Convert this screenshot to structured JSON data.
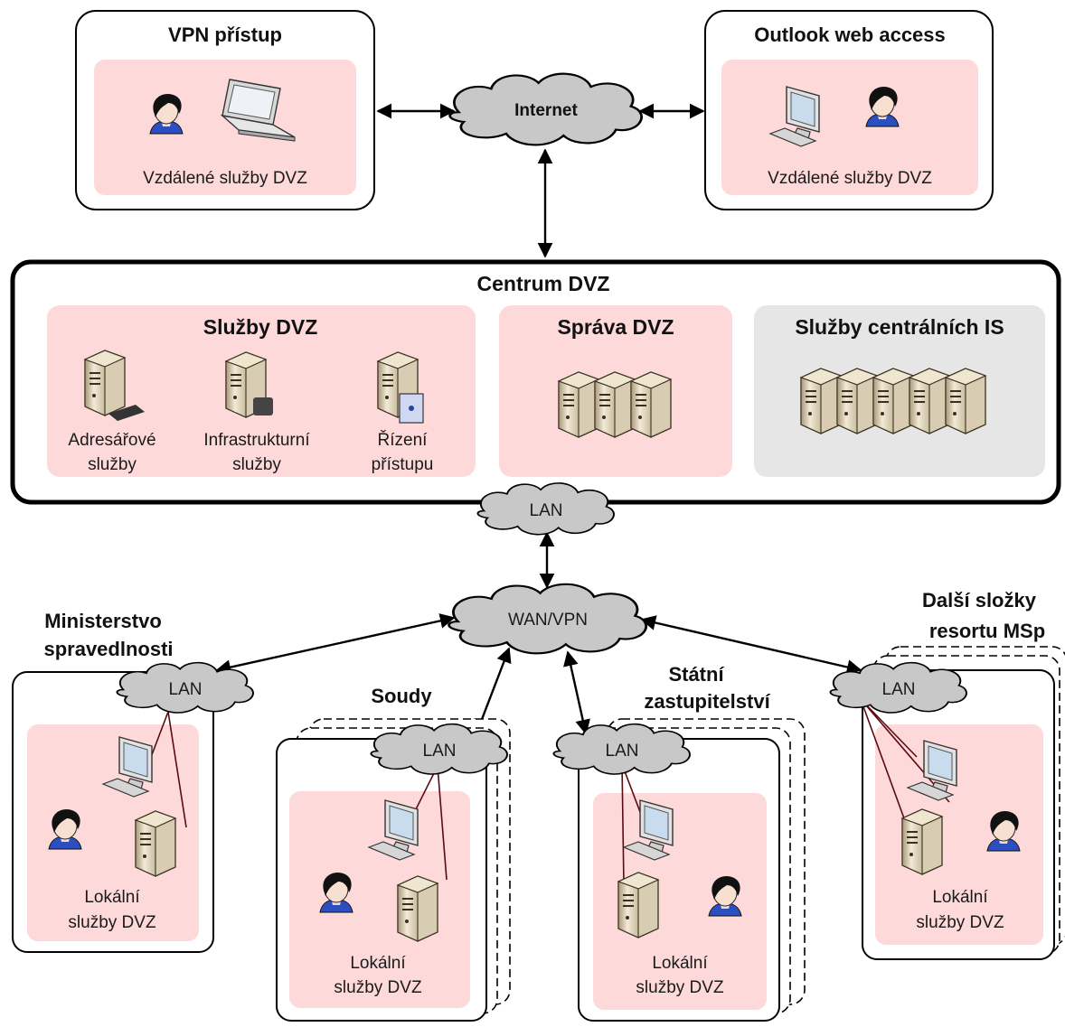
{
  "accent_colors": {
    "panel_pink": "#fdd9da",
    "panel_grey": "#e6e6e6",
    "cloud": "#c8c8c8",
    "wire": "#5a0b10"
  },
  "vpn": {
    "title": "VPN přístup",
    "caption": "Vzdálené služby DVZ"
  },
  "owa": {
    "title": "Outlook web access",
    "caption": "Vzdálené služby DVZ"
  },
  "internet": {
    "label": "Internet"
  },
  "centrum": {
    "title": "Centrum DVZ",
    "sluzby": {
      "title": "Služby DVZ",
      "items": [
        {
          "l1": "Adresářové",
          "l2": "služby"
        },
        {
          "l1": "Infrastrukturní",
          "l2": "služby"
        },
        {
          "l1": "Řízení",
          "l2": "přístupu"
        }
      ]
    },
    "sprava": {
      "title": "Správa DVZ"
    },
    "central": {
      "title": "Služby centrálních IS"
    },
    "lan": "LAN"
  },
  "wan": {
    "label": "WAN/VPN"
  },
  "sites": {
    "ministerstvo": {
      "title1": "Ministerstvo",
      "title2": "spravedlnosti",
      "lan": "LAN",
      "cap1": "Lokální",
      "cap2": "služby DVZ"
    },
    "soudy": {
      "title1": "Soudy",
      "lan": "LAN",
      "cap1": "Lokální",
      "cap2": "služby DVZ"
    },
    "statni": {
      "title1": "Státní",
      "title2": "zastupitelství",
      "lan": "LAN",
      "cap1": "Lokální",
      "cap2": "služby DVZ"
    },
    "dalsi": {
      "title1": "Další složky",
      "title2": "resortu MSp",
      "lan": "LAN",
      "cap1": "Lokální",
      "cap2": "služby DVZ"
    }
  }
}
